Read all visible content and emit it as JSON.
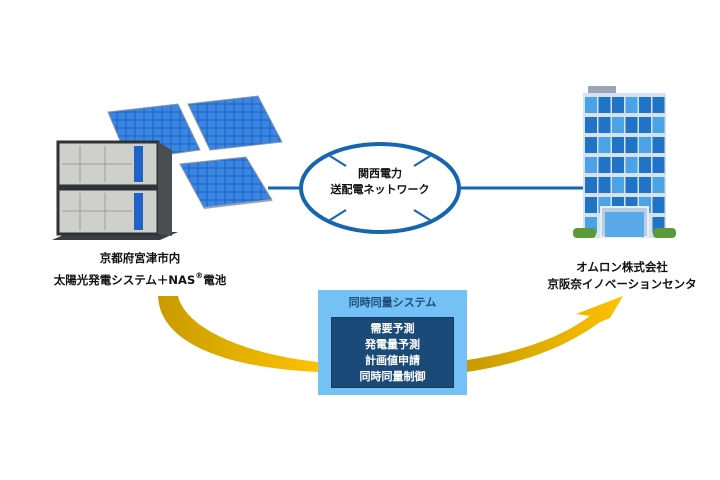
{
  "network": {
    "line1": "関西電力",
    "line2": "送配電ネットワーク"
  },
  "left_site": {
    "line1": "京都府宮津市内",
    "line2_prefix": "太陽光発電システム＋NAS",
    "registered_mark": "®",
    "line2_suffix": "電池"
  },
  "right_site": {
    "line1": "オムロン株式会社",
    "line2": "京阪奈イノベーションセンタ"
  },
  "system": {
    "title": "同時同量システム",
    "items": [
      "需要予測",
      "発電量予測",
      "計画値申請",
      "同時同量制御"
    ]
  },
  "colors": {
    "network_blue": "#1565b0",
    "arrow_gold_start": "#c99a00",
    "arrow_gold_end": "#ffbf00",
    "system_outer": "#74c1f5",
    "system_inner": "#1b4a78"
  }
}
